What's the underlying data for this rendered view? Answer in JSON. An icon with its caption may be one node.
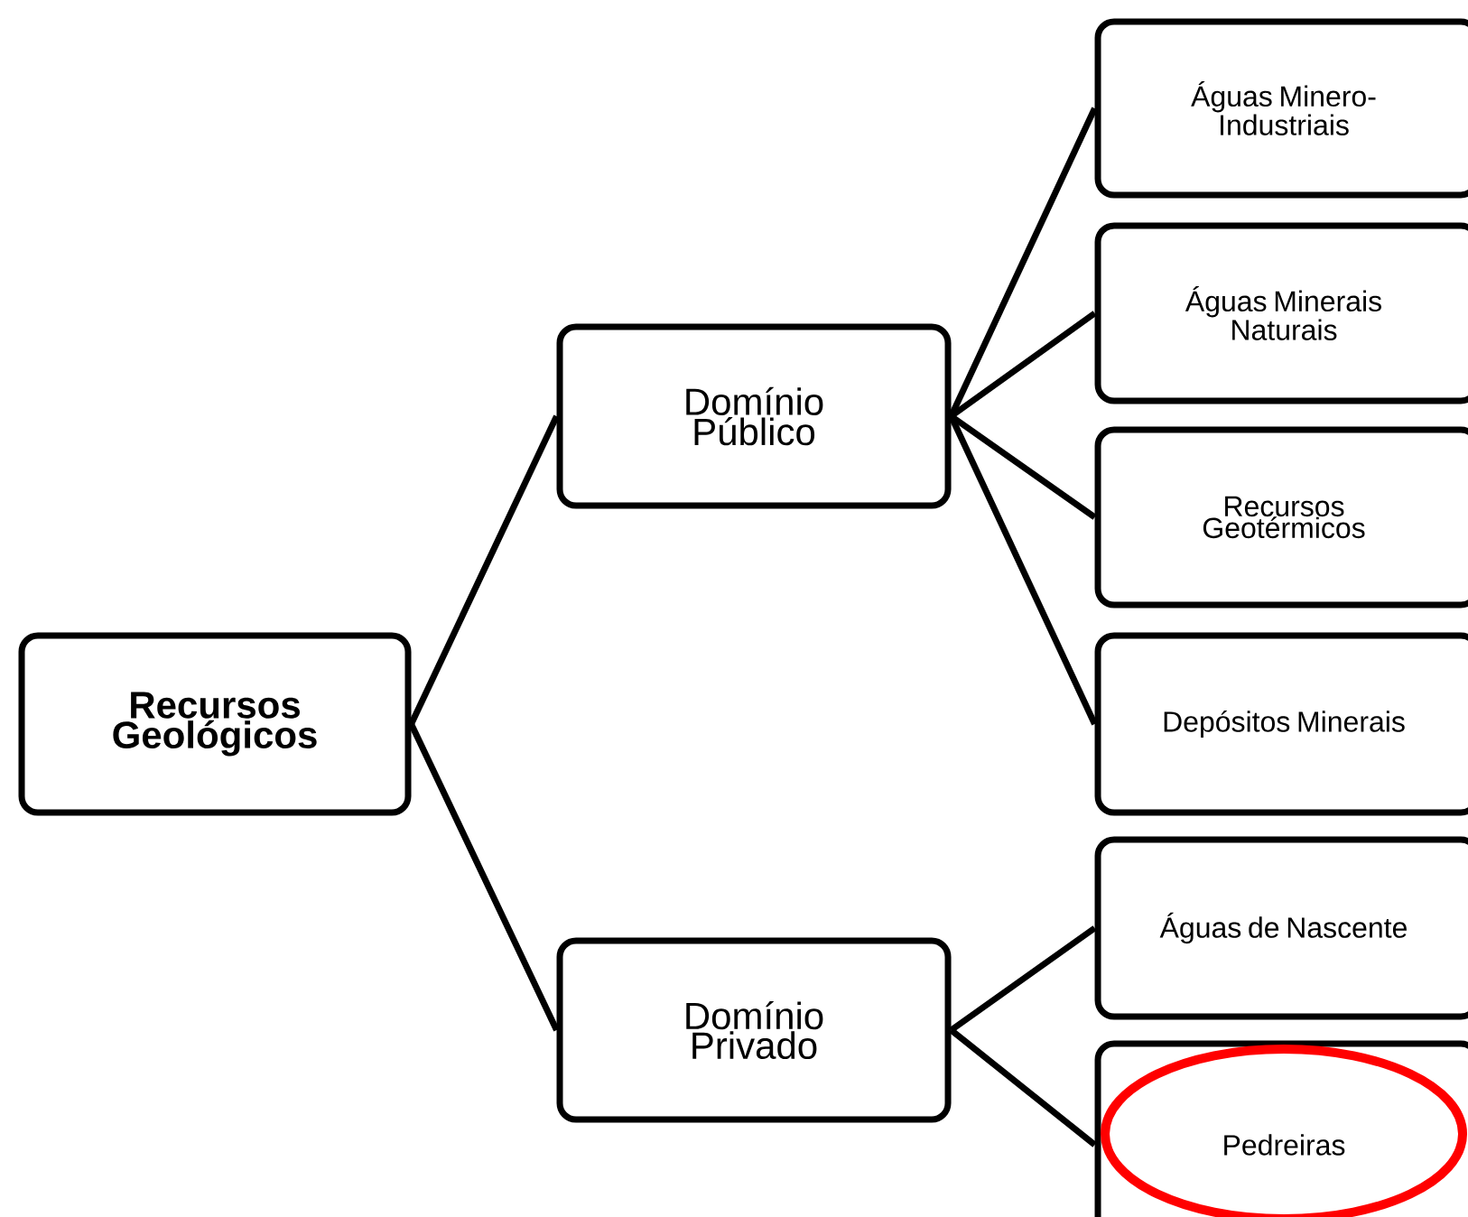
{
  "diagram": {
    "nodes": [
      {
        "text": [
          "Recursos Geológicos"
        ]
      },
      {
        "text": [
          "Domínio Público"
        ]
      },
      {
        "text": [
          "Domínio Privado"
        ]
      },
      {
        "text": [
          "Águas Minero-Industriais"
        ]
      },
      {
        "text": [
          "Águas Minerais Naturais"
        ]
      },
      {
        "text": [
          "Recursos Geotérmicos"
        ]
      },
      {
        "text": [
          "Depósitos Minerais"
        ]
      },
      {
        "text": [
          "Águas de Nascente"
        ]
      },
      {
        "text": [
          "Pedreiras"
        ]
      }
    ],
    "edges": [
      {
        "from": 0,
        "to": 1,
        "arrow": "none"
      },
      {
        "from": 0,
        "to": 2,
        "arrow": "none"
      },
      {
        "from": 1,
        "to": 3,
        "arrow": "none"
      },
      {
        "from": 1,
        "to": 4,
        "arrow": "none"
      },
      {
        "from": 1,
        "to": 5,
        "arrow": "none"
      },
      {
        "from": 1,
        "to": 6,
        "arrow": "none"
      },
      {
        "from": 2,
        "to": 7,
        "arrow": "none"
      },
      {
        "from": 2,
        "to": 8,
        "arrow": "none"
      }
    ]
  }
}
